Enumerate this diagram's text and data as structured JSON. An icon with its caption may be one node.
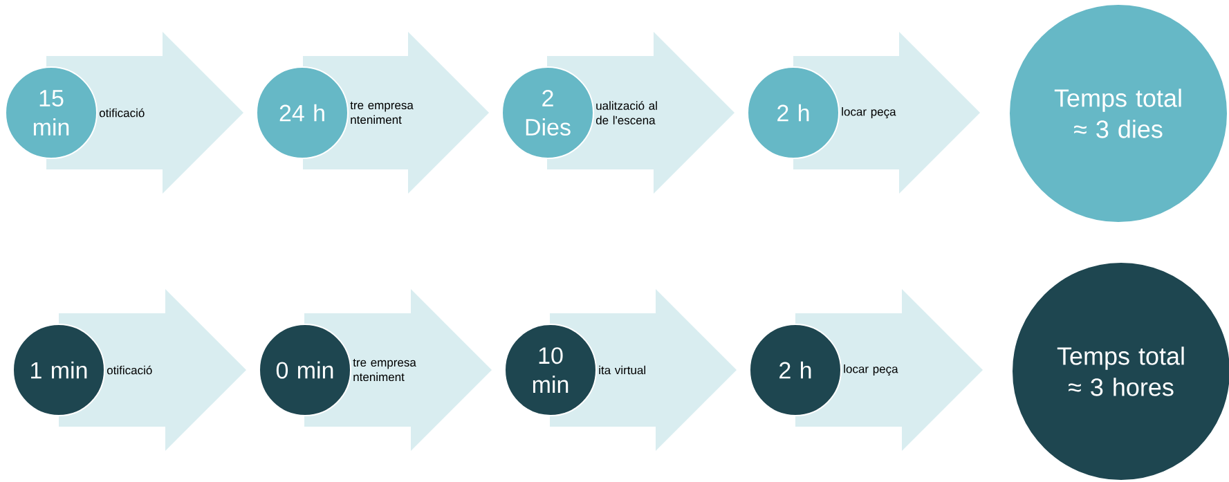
{
  "diagram": {
    "nodes": [
      {
        "text": [
          "15 min"
        ]
      },
      {
        "text": [
          "otificació"
        ]
      },
      {
        "text": [
          "24 h"
        ]
      },
      {
        "text": [
          "tre empresa nteniment"
        ]
      },
      {
        "text": [
          "2 Dies"
        ]
      },
      {
        "text": [
          "ualització al de l'escena"
        ]
      },
      {
        "text": [
          "2 h"
        ]
      },
      {
        "text": [
          "locar peça"
        ]
      },
      {
        "text": [
          "Temps total ≈ 3 dies"
        ]
      },
      {
        "text": [
          "1 min"
        ]
      },
      {
        "text": [
          "otificació"
        ]
      },
      {
        "text": [
          "0 min"
        ]
      },
      {
        "text": [
          "tre empresa nteniment"
        ]
      },
      {
        "text": [
          "10 min"
        ]
      },
      {
        "text": [
          "ita virtual"
        ]
      },
      {
        "text": [
          "2 h"
        ]
      },
      {
        "text": [
          "locar peça"
        ]
      },
      {
        "text": [
          "Temps total ≈ 3 hores"
        ]
      }
    ]
  }
}
